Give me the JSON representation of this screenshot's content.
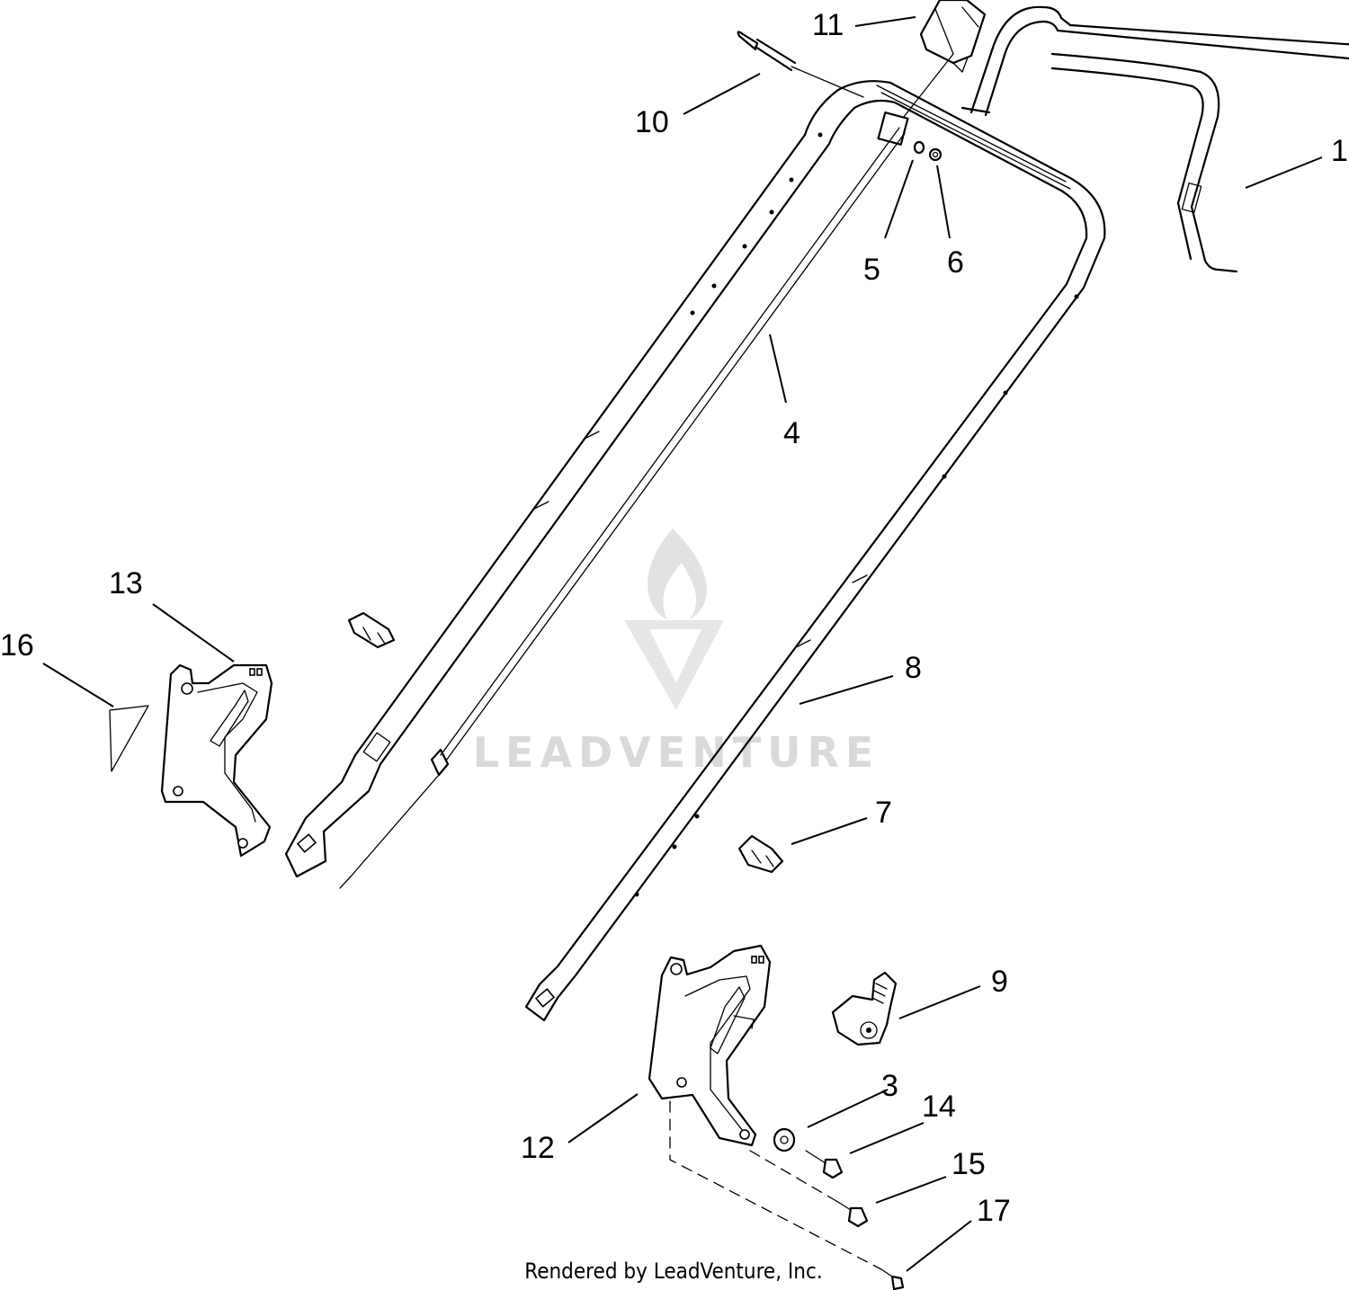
{
  "callouts": {
    "c1": "1",
    "c3": "3",
    "c4": "4",
    "c5": "5",
    "c6": "6",
    "c7": "7",
    "c8": "8",
    "c9": "9",
    "c10": "10",
    "c11": "11",
    "c12": "12",
    "c13": "13",
    "c14": "14",
    "c15": "15",
    "c16": "16",
    "c17": "17"
  },
  "footer": {
    "credit": "Rendered by LeadVenture, Inc."
  },
  "watermark": {
    "text": "LEADVENTURE"
  }
}
